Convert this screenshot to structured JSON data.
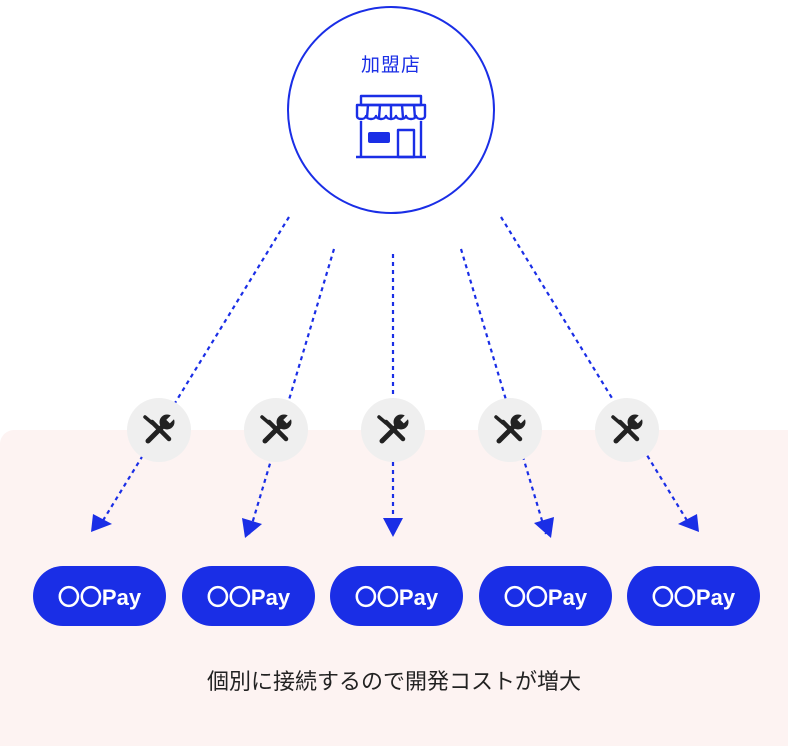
{
  "merchant": {
    "label": "加盟店",
    "icon": "storefront-icon"
  },
  "tool_icon": "wrench-screwdriver-icon",
  "payments": [
    {
      "label": "〇〇Pay"
    },
    {
      "label": "〇〇Pay"
    },
    {
      "label": "〇〇Pay"
    },
    {
      "label": "〇〇Pay"
    },
    {
      "label": "〇〇Pay"
    }
  ],
  "caption": "個別に接続するので開発コストが増大",
  "colors": {
    "accent": "#1a2ee6",
    "background_area": "#fdf3f2",
    "tool_circle": "#efefef"
  }
}
